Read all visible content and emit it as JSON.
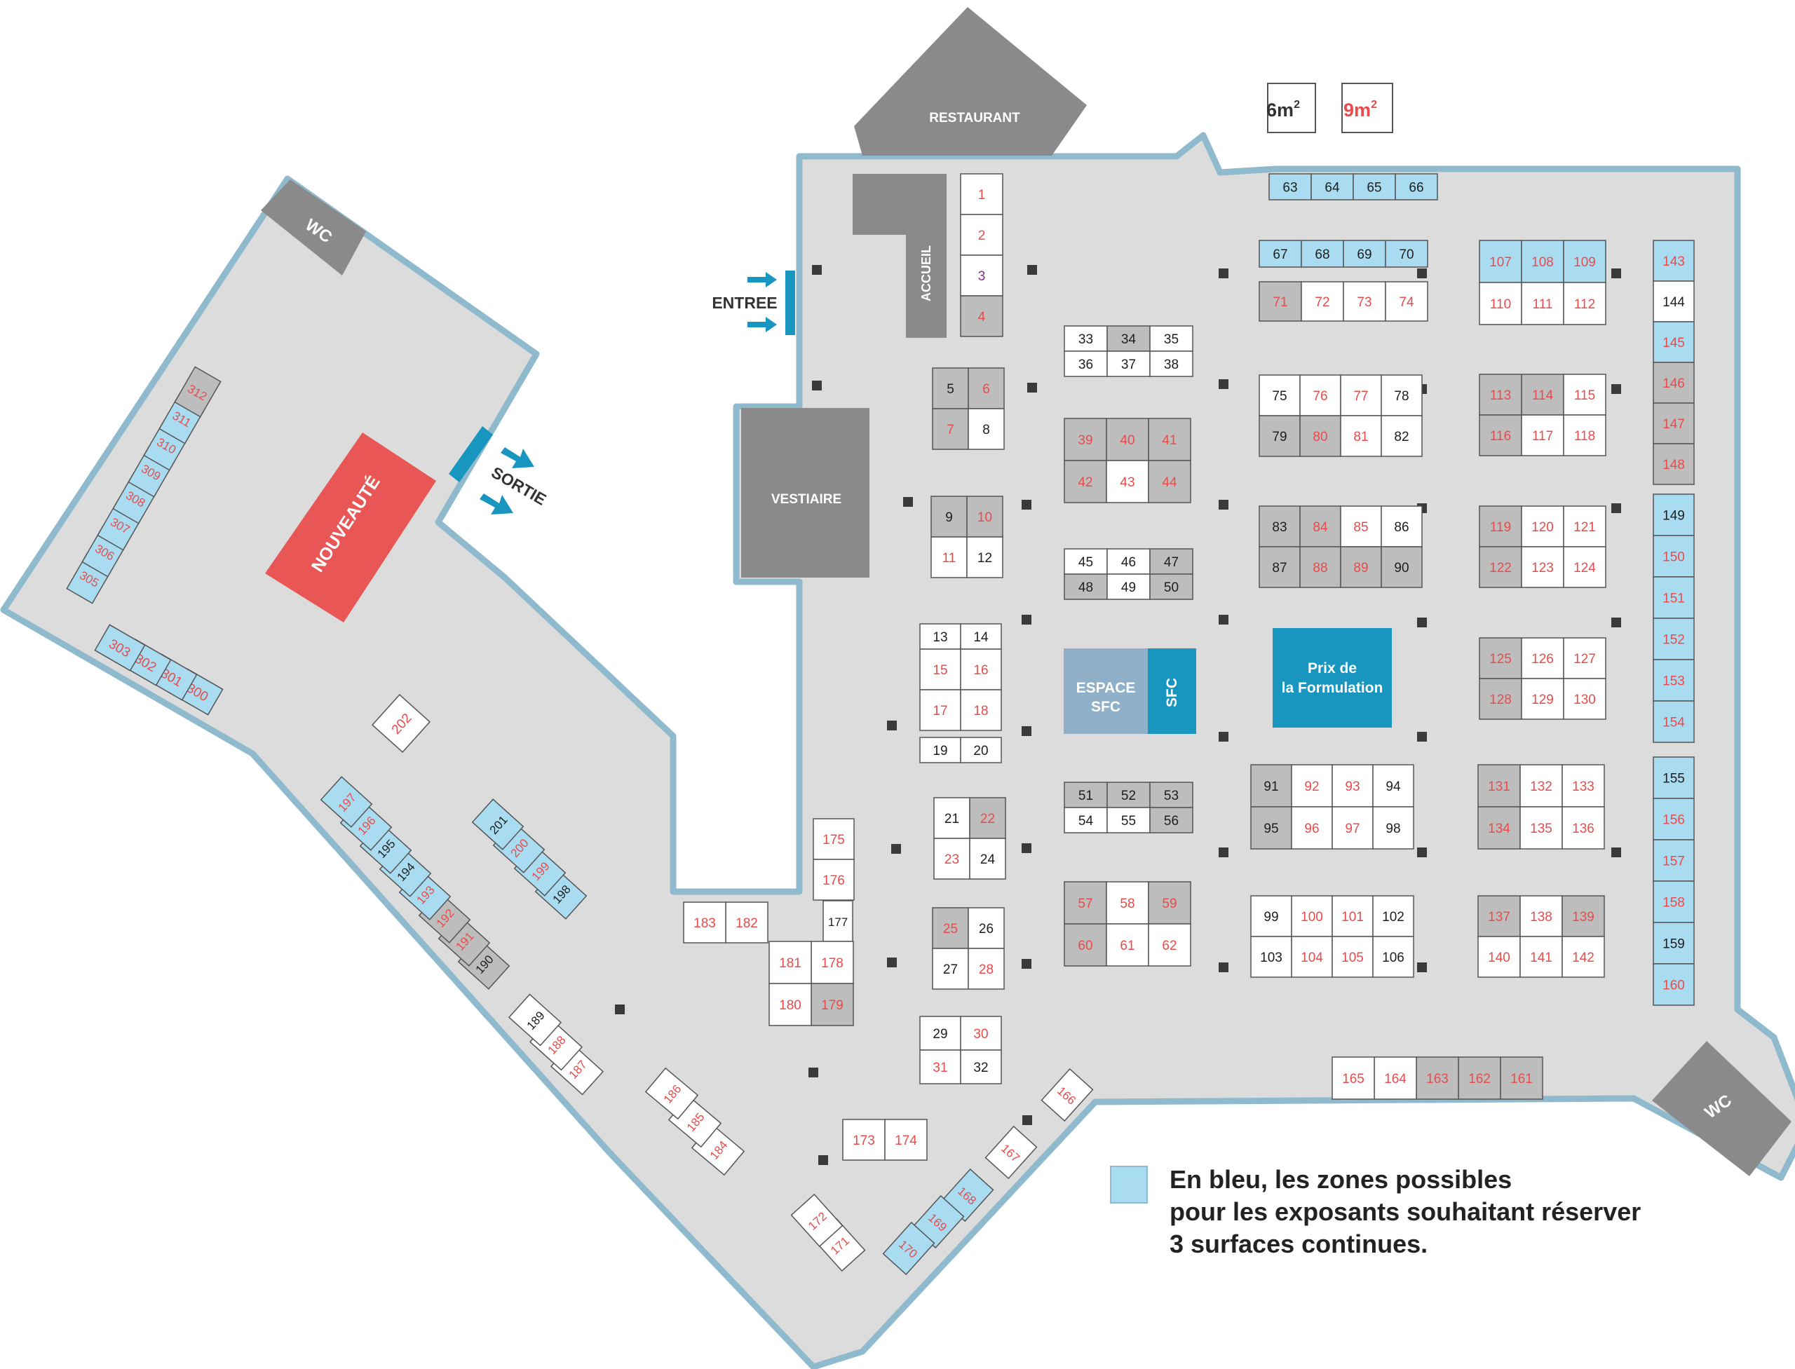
{
  "colors": {
    "floor": "#dcdcdc",
    "wall": "#8fb9cc",
    "booth_white": "#ffffff",
    "booth_grey": "#bdbdbd",
    "booth_blue": "#a9dcf1",
    "service_grey": "#8a8a8a",
    "accent_blue": "#1996c0",
    "nouveaute_red": "#e95656",
    "text_red": "#e94b4b",
    "text_dark": "#1e1e1e",
    "pillar": "#3a3a3a"
  },
  "areas": {
    "restaurant": "RESTAURANT",
    "accueil": "ACCUEIL",
    "vestiaire": "VESTIAIRE",
    "entree": "ENTREE",
    "sortie": "SORTIE",
    "wc_left": "WC",
    "wc_right": "WC",
    "nouveaute": "NOUVEAUTÉ",
    "espace_line1": "ESPACE",
    "espace_line2": "SFC",
    "sfc": "SFC",
    "prix_line1": "Prix de",
    "prix_line2": "la Formulation"
  },
  "size_legend": {
    "small": "6m",
    "large": "9m",
    "exponent": "2"
  },
  "legend": {
    "line1": "En bleu, les zones possibles",
    "line2": "pour les exposants souhaitant réserver",
    "line3": "3 surfaces continues."
  },
  "booths": [
    {
      "n": "1",
      "c": "w",
      "t": "r"
    },
    {
      "n": "2",
      "c": "w",
      "t": "r"
    },
    {
      "n": "3",
      "c": "w",
      "t": "p"
    },
    {
      "n": "4",
      "c": "g",
      "t": "r"
    },
    {
      "n": "5",
      "c": "g",
      "t": "k"
    },
    {
      "n": "6",
      "c": "g",
      "t": "r"
    },
    {
      "n": "7",
      "c": "g",
      "t": "r"
    },
    {
      "n": "8",
      "c": "w",
      "t": "k"
    },
    {
      "n": "9",
      "c": "g",
      "t": "k"
    },
    {
      "n": "10",
      "c": "g",
      "t": "r"
    },
    {
      "n": "11",
      "c": "w",
      "t": "r"
    },
    {
      "n": "12",
      "c": "w",
      "t": "k"
    },
    {
      "n": "13",
      "c": "w",
      "t": "k"
    },
    {
      "n": "14",
      "c": "w",
      "t": "k"
    },
    {
      "n": "15",
      "c": "w",
      "t": "r"
    },
    {
      "n": "16",
      "c": "w",
      "t": "r"
    },
    {
      "n": "17",
      "c": "w",
      "t": "r"
    },
    {
      "n": "18",
      "c": "w",
      "t": "r"
    },
    {
      "n": "19",
      "c": "w",
      "t": "k"
    },
    {
      "n": "20",
      "c": "w",
      "t": "k"
    },
    {
      "n": "21",
      "c": "w",
      "t": "k"
    },
    {
      "n": "22",
      "c": "g",
      "t": "r"
    },
    {
      "n": "23",
      "c": "w",
      "t": "r"
    },
    {
      "n": "24",
      "c": "w",
      "t": "k"
    },
    {
      "n": "25",
      "c": "g",
      "t": "r"
    },
    {
      "n": "26",
      "c": "w",
      "t": "k"
    },
    {
      "n": "27",
      "c": "w",
      "t": "k"
    },
    {
      "n": "28",
      "c": "w",
      "t": "r"
    },
    {
      "n": "29",
      "c": "w",
      "t": "k"
    },
    {
      "n": "30",
      "c": "w",
      "t": "r"
    },
    {
      "n": "31",
      "c": "w",
      "t": "r"
    },
    {
      "n": "32",
      "c": "w",
      "t": "k"
    },
    {
      "n": "33",
      "c": "w",
      "t": "k"
    },
    {
      "n": "34",
      "c": "g",
      "t": "k"
    },
    {
      "n": "35",
      "c": "w",
      "t": "k"
    },
    {
      "n": "36",
      "c": "w",
      "t": "k"
    },
    {
      "n": "37",
      "c": "w",
      "t": "k"
    },
    {
      "n": "38",
      "c": "w",
      "t": "k"
    },
    {
      "n": "39",
      "c": "g",
      "t": "r"
    },
    {
      "n": "40",
      "c": "g",
      "t": "r"
    },
    {
      "n": "41",
      "c": "g",
      "t": "r"
    },
    {
      "n": "42",
      "c": "g",
      "t": "r"
    },
    {
      "n": "43",
      "c": "w",
      "t": "r"
    },
    {
      "n": "44",
      "c": "g",
      "t": "r"
    },
    {
      "n": "45",
      "c": "w",
      "t": "k"
    },
    {
      "n": "46",
      "c": "w",
      "t": "k"
    },
    {
      "n": "47",
      "c": "g",
      "t": "k"
    },
    {
      "n": "48",
      "c": "g",
      "t": "k"
    },
    {
      "n": "49",
      "c": "w",
      "t": "k"
    },
    {
      "n": "50",
      "c": "g",
      "t": "k"
    },
    {
      "n": "51",
      "c": "g",
      "t": "k"
    },
    {
      "n": "52",
      "c": "g",
      "t": "k"
    },
    {
      "n": "53",
      "c": "g",
      "t": "k"
    },
    {
      "n": "54",
      "c": "w",
      "t": "k"
    },
    {
      "n": "55",
      "c": "w",
      "t": "k"
    },
    {
      "n": "56",
      "c": "g",
      "t": "k"
    },
    {
      "n": "57",
      "c": "g",
      "t": "r"
    },
    {
      "n": "58",
      "c": "w",
      "t": "r"
    },
    {
      "n": "59",
      "c": "g",
      "t": "r"
    },
    {
      "n": "60",
      "c": "g",
      "t": "r"
    },
    {
      "n": "61",
      "c": "w",
      "t": "r"
    },
    {
      "n": "62",
      "c": "w",
      "t": "r"
    },
    {
      "n": "63",
      "c": "b",
      "t": "k"
    },
    {
      "n": "64",
      "c": "b",
      "t": "k"
    },
    {
      "n": "65",
      "c": "b",
      "t": "k"
    },
    {
      "n": "66",
      "c": "b",
      "t": "k"
    },
    {
      "n": "67",
      "c": "b",
      "t": "k"
    },
    {
      "n": "68",
      "c": "b",
      "t": "k"
    },
    {
      "n": "69",
      "c": "b",
      "t": "k"
    },
    {
      "n": "70",
      "c": "b",
      "t": "k"
    },
    {
      "n": "71",
      "c": "g",
      "t": "r"
    },
    {
      "n": "72",
      "c": "w",
      "t": "r"
    },
    {
      "n": "73",
      "c": "w",
      "t": "r"
    },
    {
      "n": "74",
      "c": "w",
      "t": "r"
    },
    {
      "n": "75",
      "c": "w",
      "t": "k"
    },
    {
      "n": "76",
      "c": "w",
      "t": "r"
    },
    {
      "n": "77",
      "c": "w",
      "t": "r"
    },
    {
      "n": "78",
      "c": "w",
      "t": "k"
    },
    {
      "n": "79",
      "c": "g",
      "t": "k"
    },
    {
      "n": "80",
      "c": "g",
      "t": "r"
    },
    {
      "n": "81",
      "c": "w",
      "t": "r"
    },
    {
      "n": "82",
      "c": "w",
      "t": "k"
    },
    {
      "n": "83",
      "c": "g",
      "t": "k"
    },
    {
      "n": "84",
      "c": "g",
      "t": "r"
    },
    {
      "n": "85",
      "c": "w",
      "t": "r"
    },
    {
      "n": "86",
      "c": "w",
      "t": "k"
    },
    {
      "n": "87",
      "c": "g",
      "t": "k"
    },
    {
      "n": "88",
      "c": "g",
      "t": "r"
    },
    {
      "n": "89",
      "c": "g",
      "t": "r"
    },
    {
      "n": "90",
      "c": "g",
      "t": "k"
    },
    {
      "n": "91",
      "c": "g",
      "t": "k"
    },
    {
      "n": "92",
      "c": "w",
      "t": "r"
    },
    {
      "n": "93",
      "c": "w",
      "t": "r"
    },
    {
      "n": "94",
      "c": "w",
      "t": "k"
    },
    {
      "n": "95",
      "c": "g",
      "t": "k"
    },
    {
      "n": "96",
      "c": "w",
      "t": "r"
    },
    {
      "n": "97",
      "c": "w",
      "t": "r"
    },
    {
      "n": "98",
      "c": "w",
      "t": "k"
    },
    {
      "n": "99",
      "c": "w",
      "t": "k"
    },
    {
      "n": "100",
      "c": "w",
      "t": "r"
    },
    {
      "n": "101",
      "c": "w",
      "t": "r"
    },
    {
      "n": "102",
      "c": "w",
      "t": "k"
    },
    {
      "n": "103",
      "c": "w",
      "t": "k"
    },
    {
      "n": "104",
      "c": "w",
      "t": "r"
    },
    {
      "n": "105",
      "c": "w",
      "t": "r"
    },
    {
      "n": "106",
      "c": "w",
      "t": "k"
    },
    {
      "n": "107",
      "c": "b",
      "t": "r"
    },
    {
      "n": "108",
      "c": "b",
      "t": "r"
    },
    {
      "n": "109",
      "c": "b",
      "t": "r"
    },
    {
      "n": "110",
      "c": "w",
      "t": "r"
    },
    {
      "n": "111",
      "c": "w",
      "t": "r"
    },
    {
      "n": "112",
      "c": "w",
      "t": "r"
    },
    {
      "n": "113",
      "c": "g",
      "t": "r"
    },
    {
      "n": "114",
      "c": "g",
      "t": "r"
    },
    {
      "n": "115",
      "c": "w",
      "t": "r"
    },
    {
      "n": "116",
      "c": "g",
      "t": "r"
    },
    {
      "n": "117",
      "c": "w",
      "t": "r"
    },
    {
      "n": "118",
      "c": "w",
      "t": "r"
    },
    {
      "n": "119",
      "c": "g",
      "t": "r"
    },
    {
      "n": "120",
      "c": "w",
      "t": "r"
    },
    {
      "n": "121",
      "c": "w",
      "t": "r"
    },
    {
      "n": "122",
      "c": "g",
      "t": "r"
    },
    {
      "n": "123",
      "c": "w",
      "t": "r"
    },
    {
      "n": "124",
      "c": "w",
      "t": "r"
    },
    {
      "n": "125",
      "c": "g",
      "t": "r"
    },
    {
      "n": "126",
      "c": "w",
      "t": "r"
    },
    {
      "n": "127",
      "c": "w",
      "t": "r"
    },
    {
      "n": "128",
      "c": "g",
      "t": "r"
    },
    {
      "n": "129",
      "c": "w",
      "t": "r"
    },
    {
      "n": "130",
      "c": "w",
      "t": "r"
    },
    {
      "n": "131",
      "c": "g",
      "t": "r"
    },
    {
      "n": "132",
      "c": "w",
      "t": "r"
    },
    {
      "n": "133",
      "c": "w",
      "t": "r"
    },
    {
      "n": "134",
      "c": "g",
      "t": "r"
    },
    {
      "n": "135",
      "c": "w",
      "t": "r"
    },
    {
      "n": "136",
      "c": "w",
      "t": "r"
    },
    {
      "n": "137",
      "c": "g",
      "t": "r"
    },
    {
      "n": "138",
      "c": "w",
      "t": "r"
    },
    {
      "n": "139",
      "c": "g",
      "t": "r"
    },
    {
      "n": "140",
      "c": "w",
      "t": "r"
    },
    {
      "n": "141",
      "c": "w",
      "t": "r"
    },
    {
      "n": "142",
      "c": "w",
      "t": "r"
    },
    {
      "n": "143",
      "c": "b",
      "t": "r"
    },
    {
      "n": "144",
      "c": "w",
      "t": "k"
    },
    {
      "n": "145",
      "c": "b",
      "t": "r"
    },
    {
      "n": "146",
      "c": "g",
      "t": "r"
    },
    {
      "n": "147",
      "c": "g",
      "t": "r"
    },
    {
      "n": "148",
      "c": "g",
      "t": "r"
    },
    {
      "n": "149",
      "c": "b",
      "t": "k"
    },
    {
      "n": "150",
      "c": "b",
      "t": "r"
    },
    {
      "n": "151",
      "c": "b",
      "t": "r"
    },
    {
      "n": "152",
      "c": "b",
      "t": "r"
    },
    {
      "n": "153",
      "c": "b",
      "t": "r"
    },
    {
      "n": "154",
      "c": "b",
      "t": "r"
    },
    {
      "n": "155",
      "c": "b",
      "t": "k"
    },
    {
      "n": "156",
      "c": "b",
      "t": "r"
    },
    {
      "n": "157",
      "c": "b",
      "t": "r"
    },
    {
      "n": "158",
      "c": "b",
      "t": "r"
    },
    {
      "n": "159",
      "c": "b",
      "t": "k"
    },
    {
      "n": "160",
      "c": "b",
      "t": "r"
    },
    {
      "n": "161",
      "c": "g",
      "t": "r"
    },
    {
      "n": "162",
      "c": "g",
      "t": "r"
    },
    {
      "n": "163",
      "c": "g",
      "t": "r"
    },
    {
      "n": "164",
      "c": "w",
      "t": "r"
    },
    {
      "n": "165",
      "c": "w",
      "t": "r"
    },
    {
      "n": "166",
      "c": "w",
      "t": "r"
    },
    {
      "n": "167",
      "c": "w",
      "t": "r"
    },
    {
      "n": "168",
      "c": "b",
      "t": "r"
    },
    {
      "n": "169",
      "c": "b",
      "t": "r"
    },
    {
      "n": "170",
      "c": "b",
      "t": "r"
    },
    {
      "n": "171",
      "c": "w",
      "t": "r"
    },
    {
      "n": "172",
      "c": "w",
      "t": "r"
    },
    {
      "n": "173",
      "c": "w",
      "t": "r"
    },
    {
      "n": "174",
      "c": "w",
      "t": "r"
    },
    {
      "n": "175",
      "c": "w",
      "t": "r"
    },
    {
      "n": "176",
      "c": "w",
      "t": "r"
    },
    {
      "n": "177",
      "c": "w",
      "t": "k"
    },
    {
      "n": "178",
      "c": "w",
      "t": "r"
    },
    {
      "n": "179",
      "c": "g",
      "t": "r"
    },
    {
      "n": "180",
      "c": "w",
      "t": "r"
    },
    {
      "n": "181",
      "c": "w",
      "t": "r"
    },
    {
      "n": "182",
      "c": "w",
      "t": "r"
    },
    {
      "n": "183",
      "c": "w",
      "t": "r"
    },
    {
      "n": "184",
      "c": "w",
      "t": "r"
    },
    {
      "n": "185",
      "c": "w",
      "t": "r"
    },
    {
      "n": "186",
      "c": "w",
      "t": "r"
    },
    {
      "n": "187",
      "c": "w",
      "t": "r"
    },
    {
      "n": "188",
      "c": "w",
      "t": "r"
    },
    {
      "n": "189",
      "c": "w",
      "t": "k"
    },
    {
      "n": "190",
      "c": "g",
      "t": "k"
    },
    {
      "n": "191",
      "c": "g",
      "t": "r"
    },
    {
      "n": "192",
      "c": "g",
      "t": "r"
    },
    {
      "n": "193",
      "c": "b",
      "t": "r"
    },
    {
      "n": "194",
      "c": "b",
      "t": "k"
    },
    {
      "n": "195",
      "c": "b",
      "t": "k"
    },
    {
      "n": "196",
      "c": "b",
      "t": "r"
    },
    {
      "n": "197",
      "c": "b",
      "t": "r"
    },
    {
      "n": "198",
      "c": "b",
      "t": "k"
    },
    {
      "n": "199",
      "c": "b",
      "t": "r"
    },
    {
      "n": "200",
      "c": "b",
      "t": "r"
    },
    {
      "n": "201",
      "c": "b",
      "t": "k"
    },
    {
      "n": "202",
      "c": "w",
      "t": "r"
    },
    {
      "n": "300",
      "c": "b",
      "t": "r"
    },
    {
      "n": "301",
      "c": "b",
      "t": "r"
    },
    {
      "n": "302",
      "c": "b",
      "t": "r"
    },
    {
      "n": "303",
      "c": "b",
      "t": "r"
    },
    {
      "n": "305",
      "c": "b",
      "t": "r"
    },
    {
      "n": "306",
      "c": "b",
      "t": "r"
    },
    {
      "n": "307",
      "c": "b",
      "t": "r"
    },
    {
      "n": "308",
      "c": "b",
      "t": "r"
    },
    {
      "n": "309",
      "c": "b",
      "t": "r"
    },
    {
      "n": "310",
      "c": "b",
      "t": "r"
    },
    {
      "n": "311",
      "c": "b",
      "t": "r"
    },
    {
      "n": "312",
      "c": "g",
      "t": "r"
    }
  ]
}
